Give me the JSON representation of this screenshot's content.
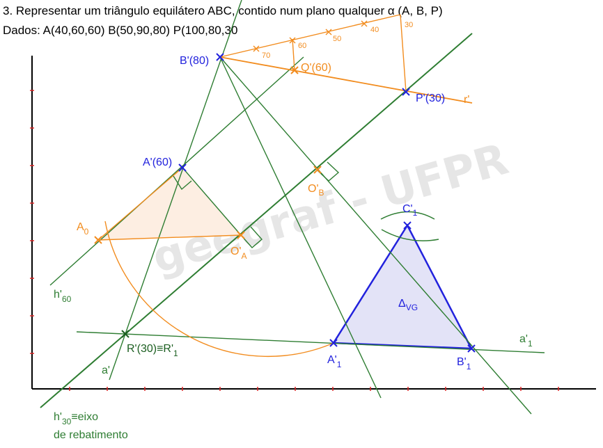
{
  "header": {
    "title": "3. Representar um triângulo equilátero ABC, contido num plano qualquer α (A, B, P)",
    "given": "Dados: A(40,60,60)  B(50,90,80)  P(100,80,30"
  },
  "watermark": "geegraf - UFPR",
  "labels": {
    "b_prime": "B'(80)",
    "q_prime": "Q'(60)",
    "p_prime": "P'(30)",
    "r_prime": "r'",
    "a_prime": "A'(60)",
    "o_b": "O'",
    "o_b_sub": "B",
    "a_zero": "A",
    "a_zero_sub": "0",
    "o_a": "O'",
    "o_a_sub": "A",
    "c1": "C'",
    "c1_sub": "1",
    "delta": "Δ",
    "delta_sub": "VG",
    "h60": "h'",
    "h60_sub": "60",
    "r30": "R'(30)≡R'",
    "r30_sub": "1",
    "a1_point": "A'",
    "a1_point_sub": "1",
    "b1_point": "B'",
    "b1_point_sub": "1",
    "a1_line": "a'",
    "a1_line_sub": "1",
    "a_line": "a'",
    "h30": "h'",
    "h30_sub": "30",
    "h30_rest": "≡eixo",
    "h30_line2": "de rebatimento"
  },
  "scale_ticks": [
    "70",
    "60",
    "50",
    "40",
    "30"
  ],
  "colors": {
    "green": "#2e7d32",
    "orange": "#f28c1e",
    "blue": "#2222dd",
    "triangle_fill": "#e3e3f7",
    "shade_fill": "#fdeee2",
    "axis_tick": "#dd2222"
  }
}
